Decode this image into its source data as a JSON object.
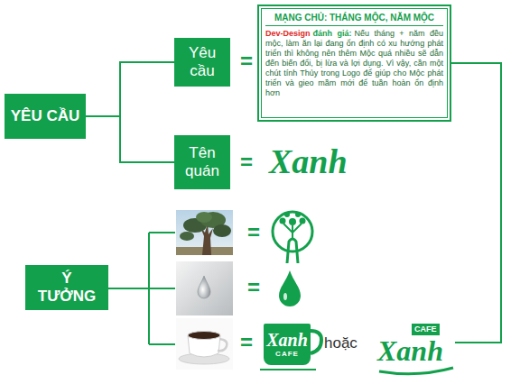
{
  "diagram": {
    "nodes": [
      {
        "text": [
          "YÊU CẦU"
        ]
      },
      {
        "text": [
          "Yêu cầu"
        ]
      },
      {
        "text": [
          "MẠNG CHỦ: THÁNG MỘC, NĂM MỘC",
          "Dev-Design",
          "đánh giá:",
          "Nếu tháng + năm đều mộc, làm ăn lại đang ổn định có xu hướng phát triển thì không nên thêm Mộc quá nhiều sẽ dẫn đến biến đổi, bị lừa và lợi dụng. Vì vậy, cần một chút tính Thủy trong Logo để giúp cho Mộc phát triển và gieo mầm mới để tuần hoàn ổn định hơn"
        ]
      },
      {
        "text": [
          "Tên quán"
        ]
      },
      {
        "text": [
          "Ý TƯỞNG"
        ]
      },
      {
        "text": [
          "Xanh",
          "CAFE"
        ]
      },
      {
        "text": [
          "CAFE",
          "Xanh"
        ]
      }
    ],
    "edges": [
      {
        "from": 0,
        "to": 1,
        "arrow": "none"
      },
      {
        "from": 0,
        "to": 3,
        "arrow": "none"
      },
      {
        "from": 2,
        "to": 6,
        "arrow": "none"
      }
    ],
    "labels": [
      "=",
      "=",
      "Xanh",
      "=",
      "=",
      "=",
      "hoặc"
    ]
  }
}
